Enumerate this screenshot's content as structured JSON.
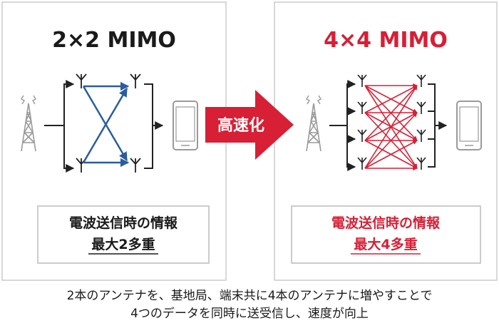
{
  "colors": {
    "panel_border": "#cccccc",
    "box_border": "#bbbbbb",
    "dark_text": "#1a1a1a",
    "red": "#d71f35",
    "blue": "#2a5d9f",
    "line": "#222222",
    "device_gray": "#9a9a9a"
  },
  "left_panel": {
    "title": "2×2 MIMO",
    "info_line1": "電波送信時の情報",
    "info_line2": "最大2多重"
  },
  "arrow": {
    "label": "高速化"
  },
  "right_panel": {
    "title": "4×4 MIMO",
    "info_line1": "電波送信時の情報",
    "info_line2": "最大4多重"
  },
  "caption": {
    "line1": "2本のアンテナを、基地局、端末共に4本のアンテナに増やすことで",
    "line2": "4つのデータを同時に送受信し、速度が向上"
  },
  "icons": [
    "base-station-tower-icon",
    "antenna-icon",
    "smartphone-icon"
  ]
}
